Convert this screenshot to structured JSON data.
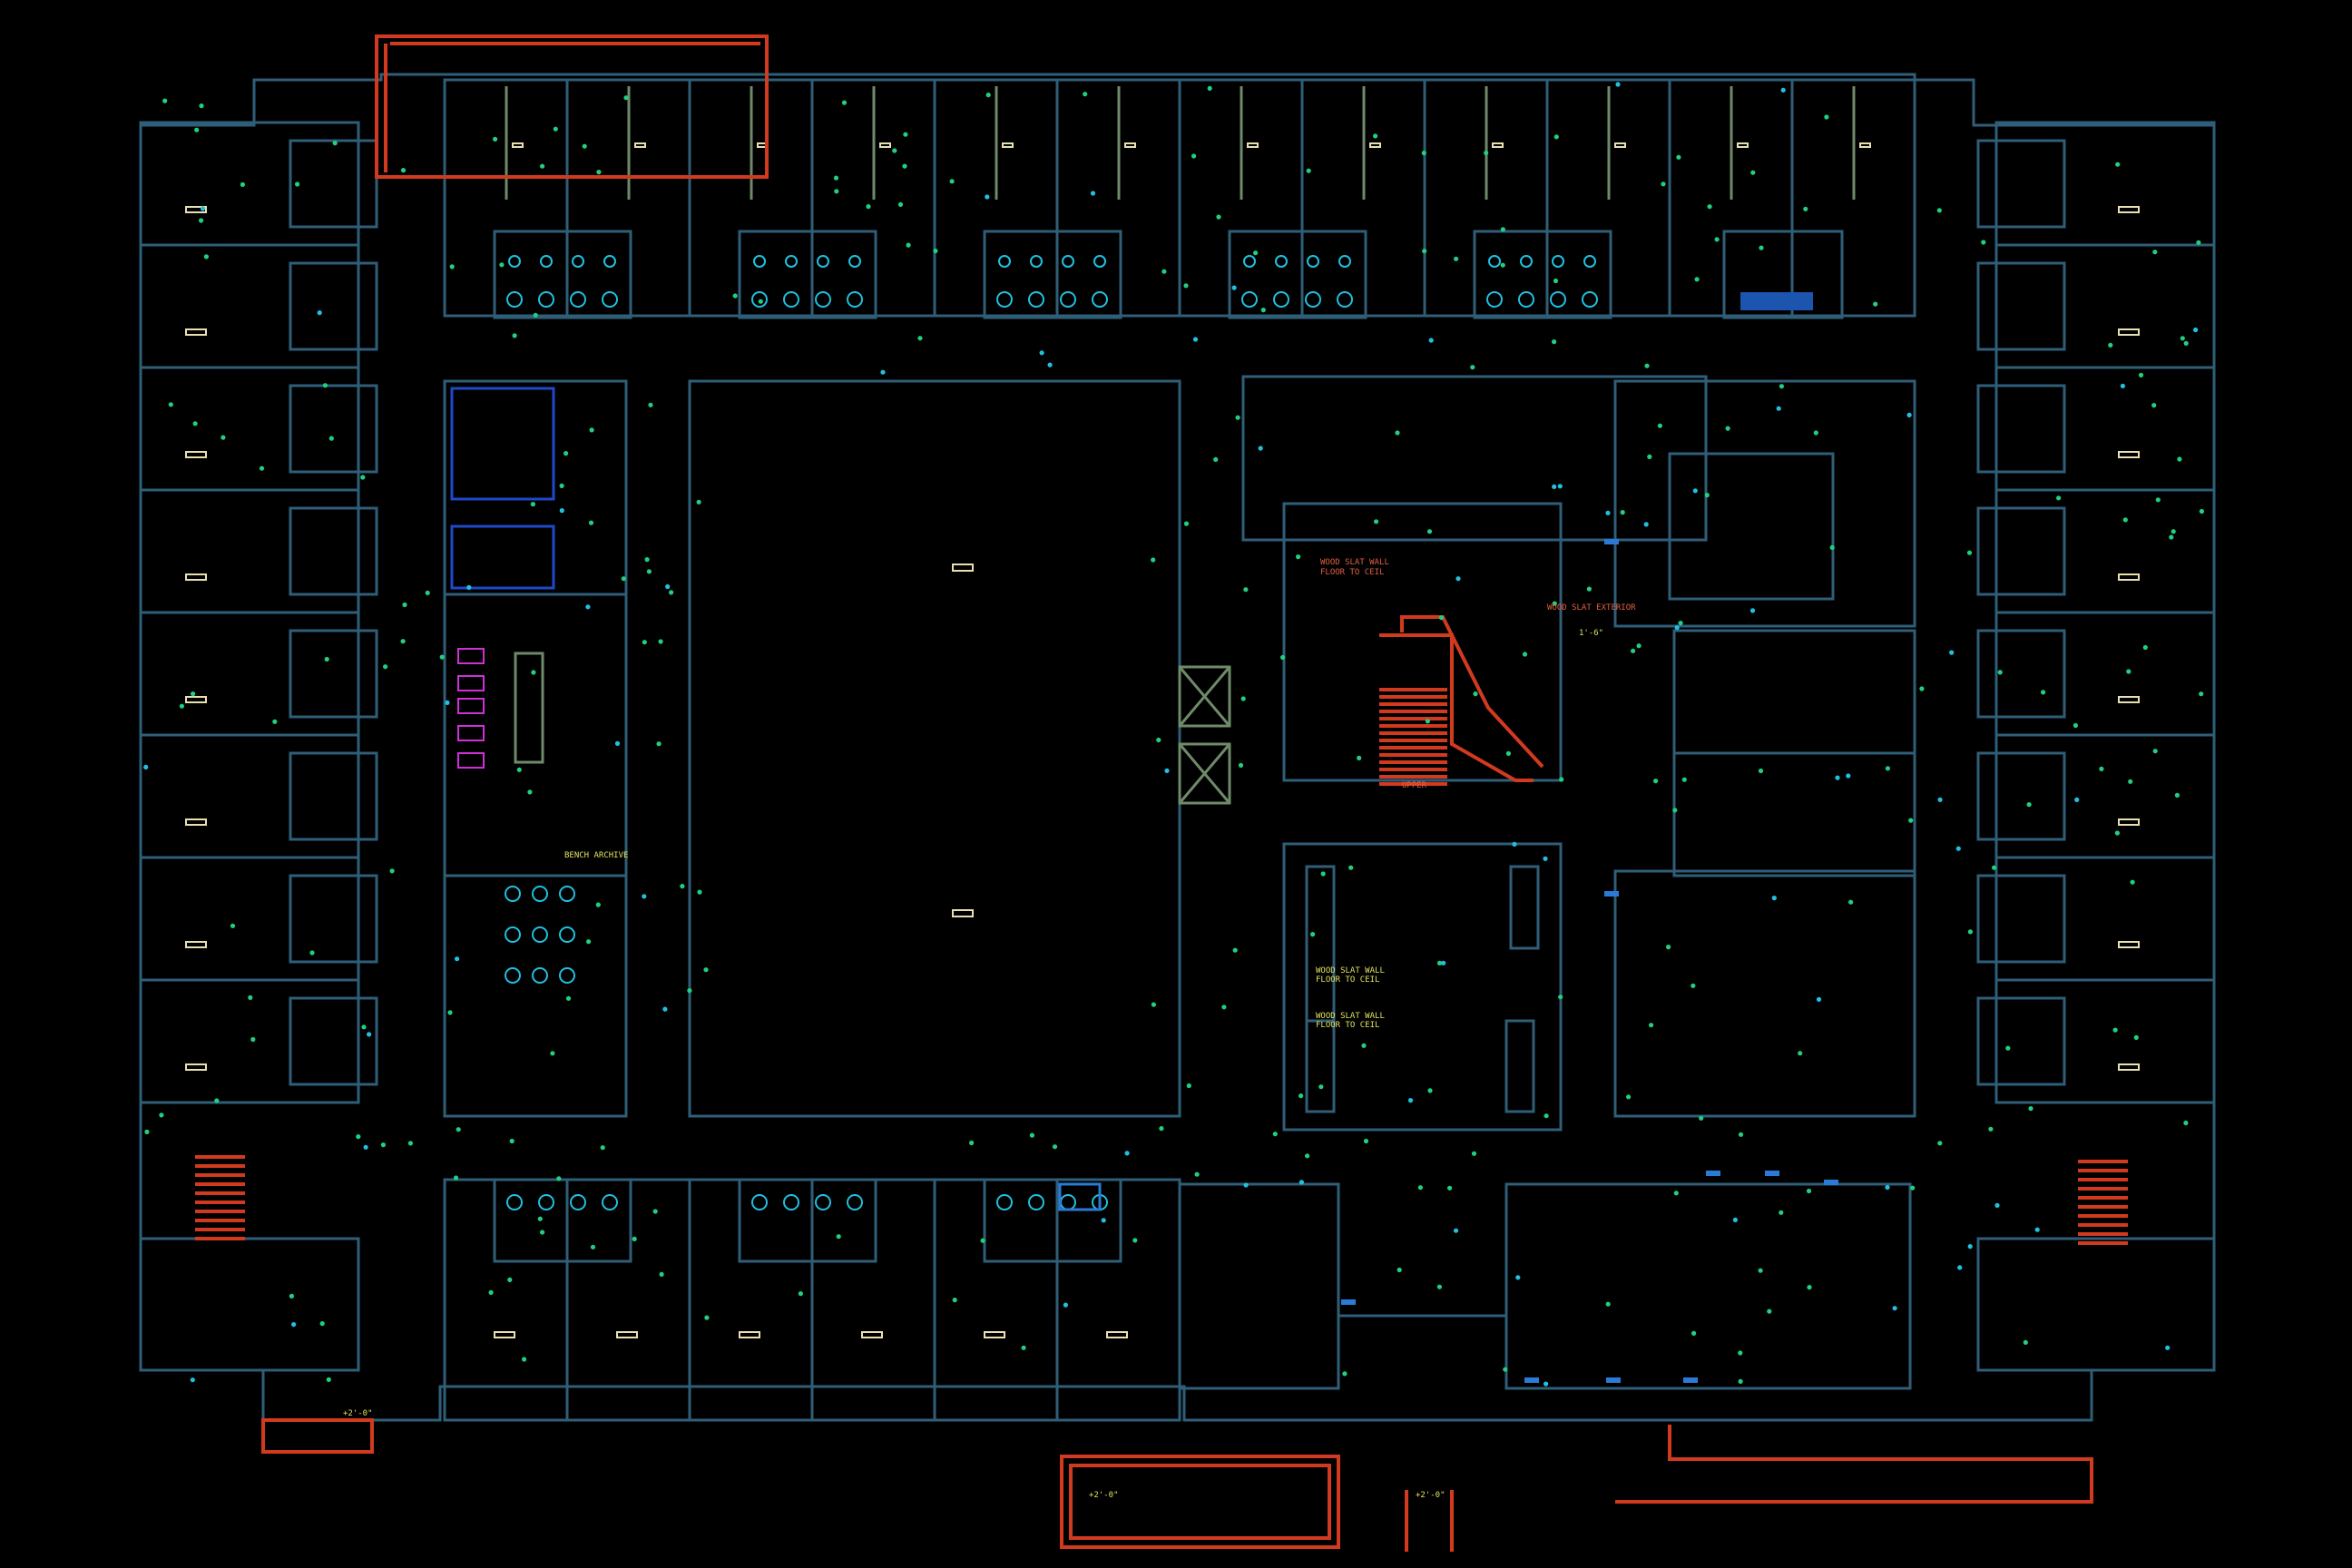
{
  "drawing": {
    "background": "#000000",
    "colors": {
      "walls": "#2f5e78",
      "walls_alt": "#6f8a6a",
      "stair_red": "#d23a20",
      "magenta": "#c83ad0",
      "device_green": "#20d080",
      "fixture_cyan": "#20c0e0",
      "room_tag": "#e8e0b0",
      "annotation_yellow": "#e0e060"
    },
    "notes": {
      "stair_note": "WOOD SLAT WALL",
      "stair_note2": "FLOOR TO CEIL",
      "mech_note": "WOOD SLAT EXTERIOR",
      "upper_note": "UPPER",
      "storage_note": "BENCH ARCHIVE",
      "elev_note": "+2'-0\"",
      "level_note": "1'-6\""
    }
  }
}
